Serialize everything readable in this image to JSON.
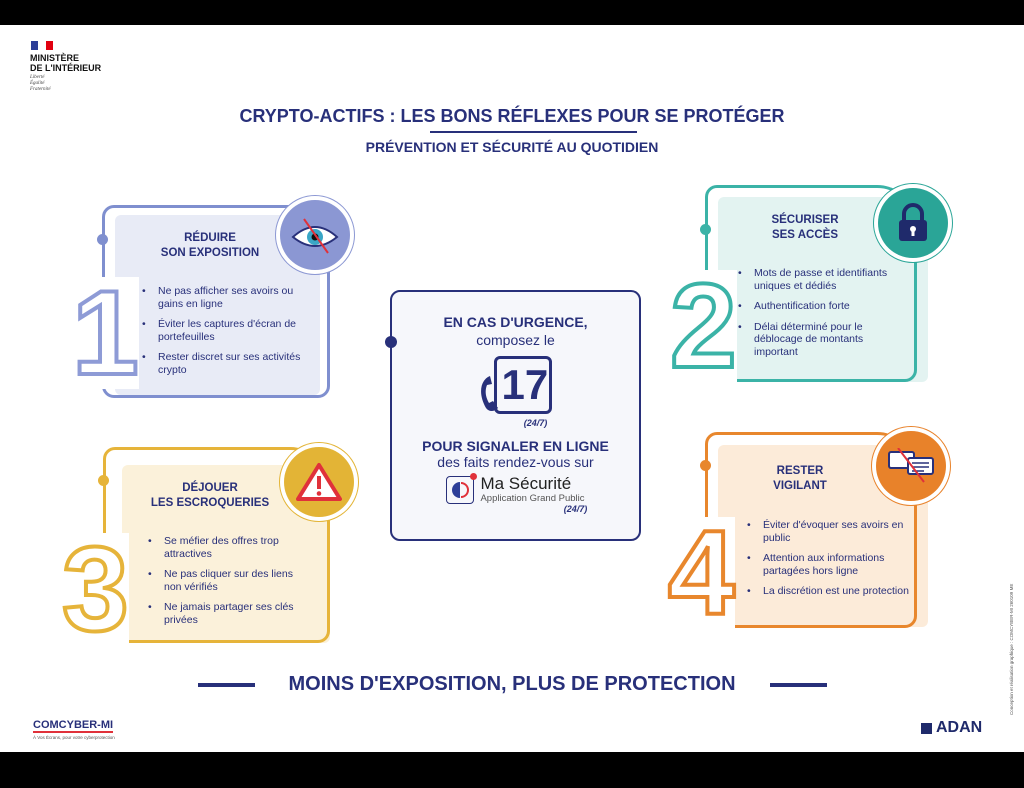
{
  "header": {
    "ministry_line1": "MINISTÈRE",
    "ministry_line2": "DE L'INTÉRIEUR",
    "devise": [
      "Liberté",
      "Égalité",
      "Fraternité"
    ],
    "title": "CRYPTO-ACTIFS : LES BONS RÉFLEXES POUR SE PROTÉGER",
    "subtitle": "PRÉVENTION ET SÉCURITÉ AU QUOTIDIEN"
  },
  "panels": [
    {
      "number": "1",
      "title_l1": "RÉDUIRE",
      "title_l2": "SON EXPOSITION",
      "icon": "crossed-eye-icon",
      "color": "#7f8fcf",
      "items": [
        "Ne pas afficher ses avoirs ou gains en ligne",
        "Éviter les captures d'écran de portefeuilles",
        "Rester discret sur ses activités crypto"
      ]
    },
    {
      "number": "2",
      "title_l1": "SÉCURISER",
      "title_l2": "SES ACCÈS",
      "icon": "lock-icon",
      "color": "#3bb3a7",
      "items": [
        "Mots de passe et identifiants uniques et dédiés",
        "Authentification forte",
        "Délai déterminé pour le déblocage de montants important"
      ]
    },
    {
      "number": "3",
      "title_l1": "DÉJOUER",
      "title_l2": "LES ESCROQUERIES",
      "icon": "warning-icon",
      "color": "#e6b43a",
      "items": [
        "Se méfier des offres trop attractives",
        "Ne pas cliquer sur des liens non vérifiés",
        "Ne jamais partager ses clés privées"
      ]
    },
    {
      "number": "4",
      "title_l1": "RESTER",
      "title_l2": "VIGILANT",
      "icon": "crossed-chat-icon",
      "color": "#e8872d",
      "items": [
        "Éviter d'évoquer ses avoirs en public",
        "Attention aux informations partagées hors ligne",
        "La discrétion est une protection"
      ]
    }
  ],
  "center": {
    "urgence": "EN CAS D'URGENCE,",
    "compose": "composez le",
    "number": "17",
    "hours": "(24/7)",
    "signaler": "POUR SIGNALER EN LIGNE",
    "rendez": "des faits rendez-vous sur",
    "app_name": "Ma Sécurité",
    "app_sub": "Application Grand Public",
    "app_hours": "(24/7)"
  },
  "footer": {
    "slogan": "MOINS D'EXPOSITION, PLUS DE PROTECTION",
    "comcyber": "COMCYBER-MI",
    "comcyber_tag": "À Vos Écrans, pour votre cyberprotection",
    "credit": "Conception et réalisation graphique : COMCYBER-MI 260109 ME",
    "adan": "ADAN"
  }
}
